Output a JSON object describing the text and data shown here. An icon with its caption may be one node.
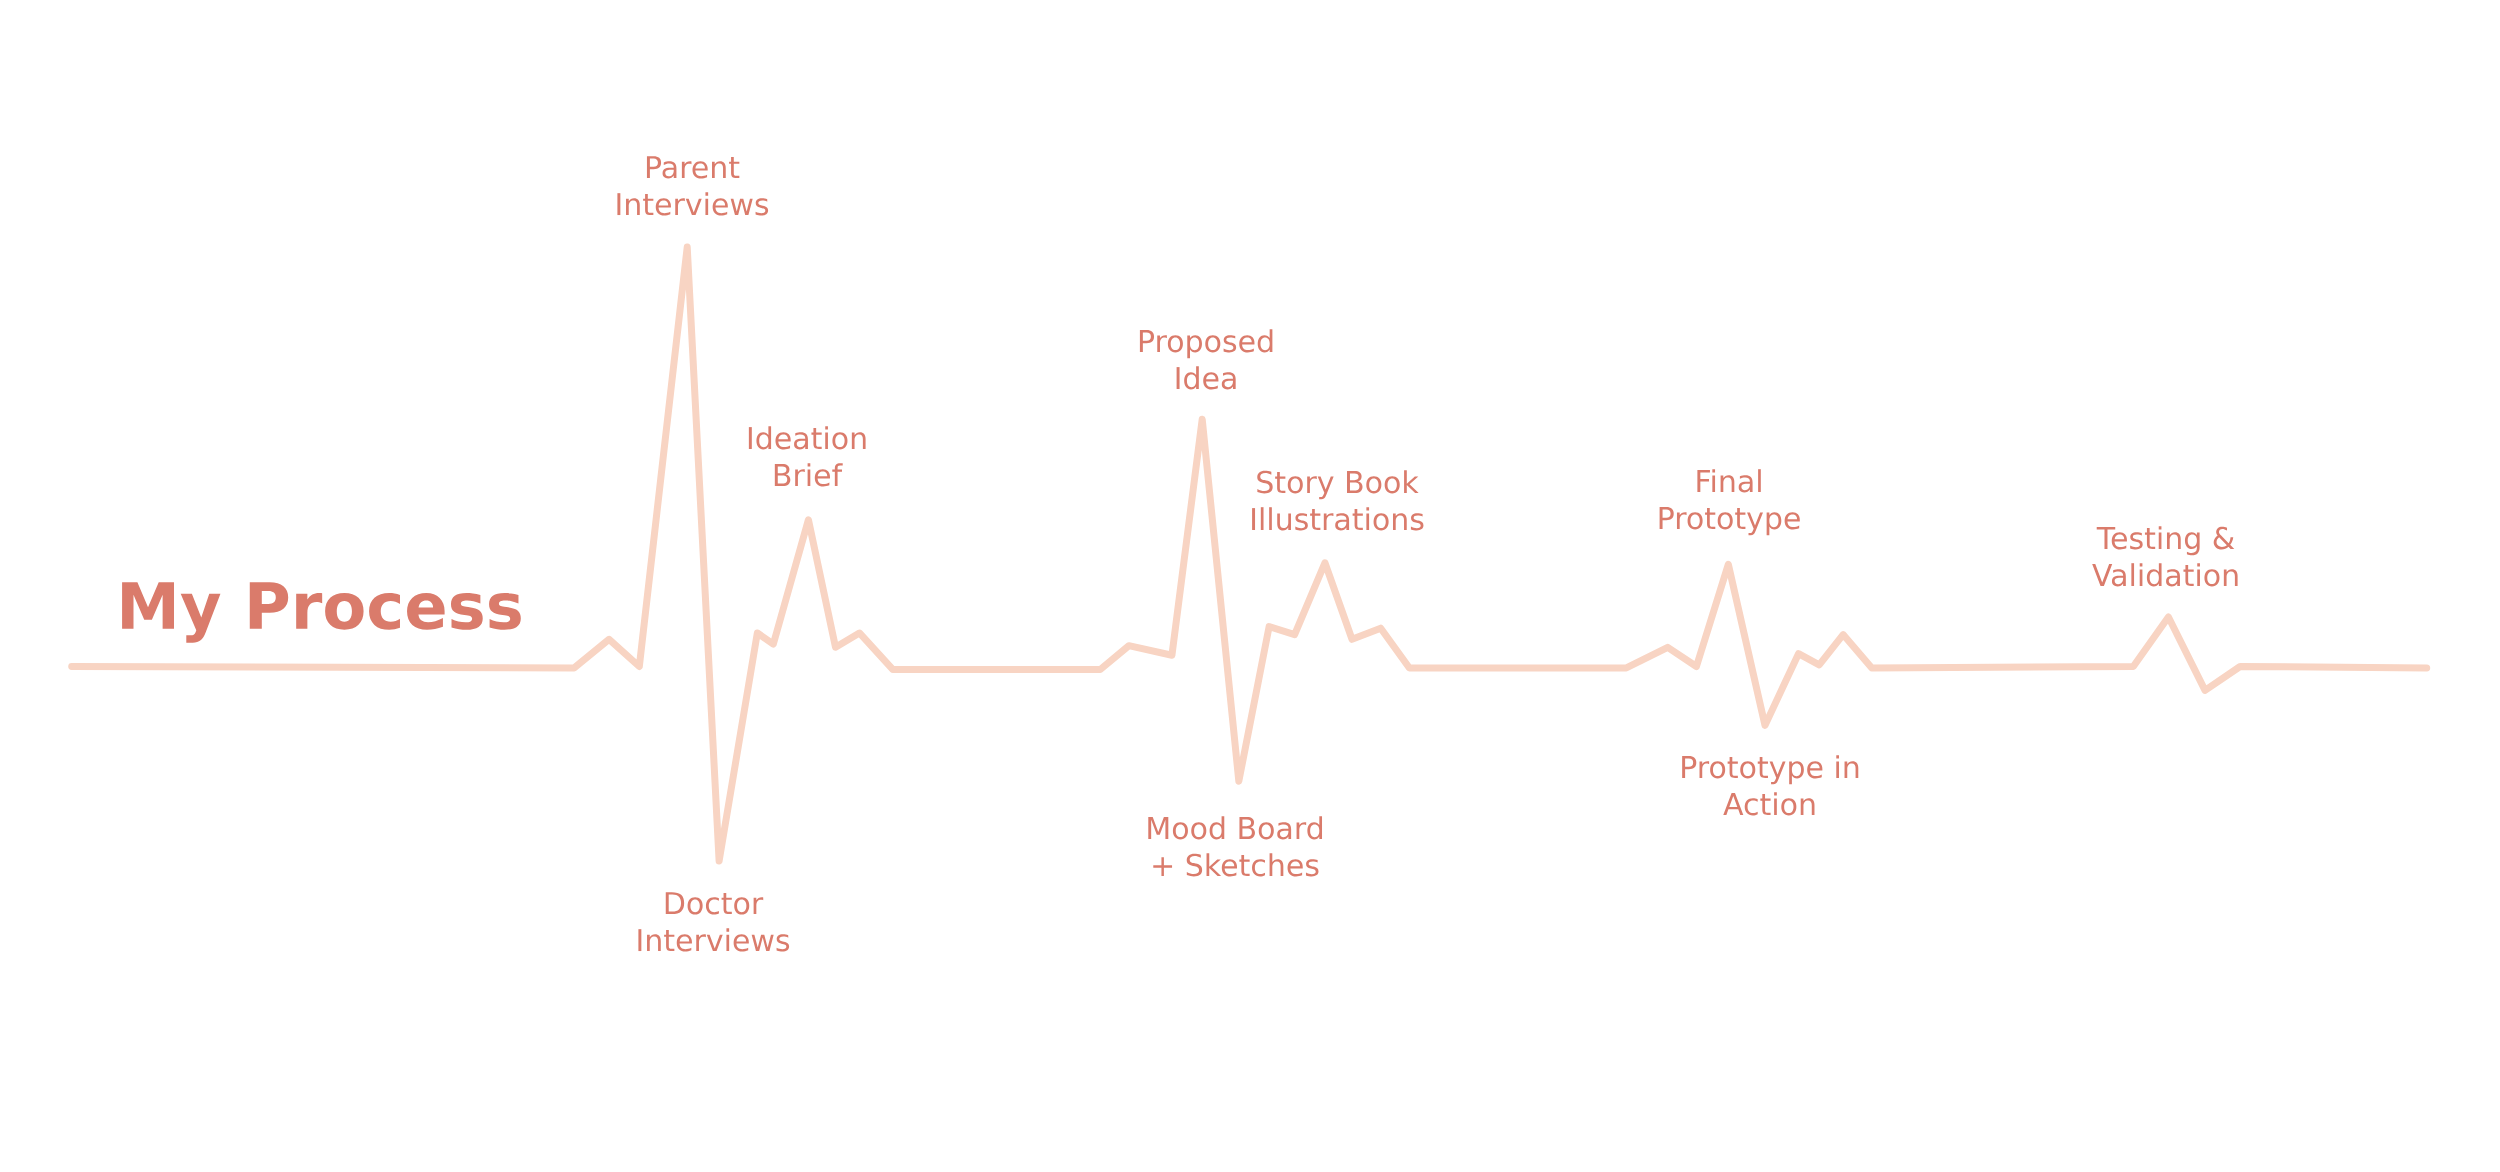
{
  "diagram": {
    "title": "My Process",
    "labels": [
      "Parent Interviews",
      "Doctor Interviews",
      "Ideation Brief",
      "Proposed Idea",
      "Mood Board + Sketches",
      "Story Book Illustrations",
      "Final Prototype",
      "Prototype in Action",
      "Testing & Validation"
    ]
  }
}
